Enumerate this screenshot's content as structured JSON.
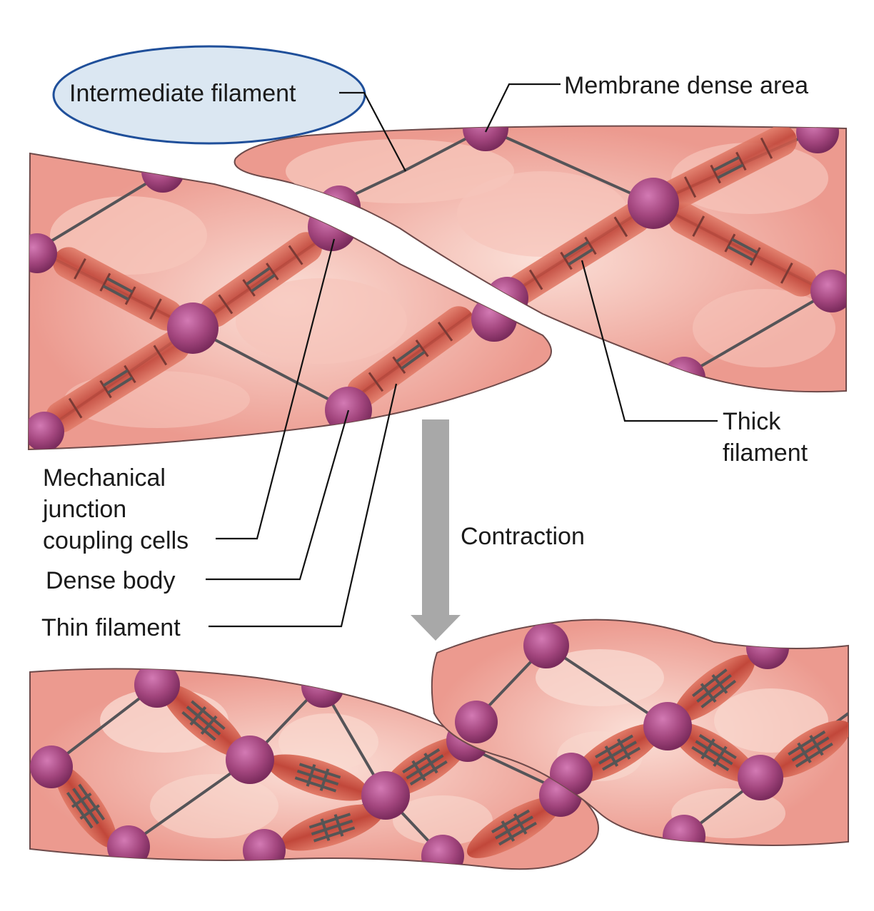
{
  "labels": {
    "intermediate_filament": "Intermediate filament",
    "membrane_dense_area": "Membrane dense area",
    "thick_filament_1": "Thick",
    "thick_filament_2": "filament",
    "mechanical_junction_1": "Mechanical",
    "mechanical_junction_2": "junction",
    "mechanical_junction_3": "coupling cells",
    "dense_body": "Dense body",
    "thin_filament": "Thin filament",
    "contraction": "Contraction"
  },
  "colors": {
    "cell_fill": "#ec9a8f",
    "cell_highlight": "#f8d3c9",
    "dense_body": "#a3467e",
    "filament": "#555458",
    "myofilament": "#c85a4a",
    "arrow": "#a8a8a8",
    "highlight_ellipse_fill": "#dbe7f2",
    "highlight_ellipse_stroke": "#1f4f9a"
  }
}
